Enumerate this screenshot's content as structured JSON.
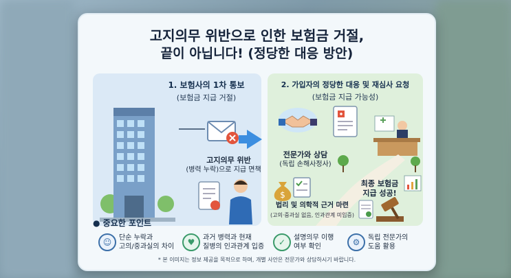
{
  "title": {
    "line1": "고지의무 위반으로 인한 보험금 거절,",
    "line2": "끝이 아닙니다! (정당한 대응 방안)"
  },
  "step1": {
    "heading": "1. 보험사의 1차 통보",
    "sub": "(보험금 지급 거절)",
    "caption1": "고지의무 위반",
    "caption2": "(병력 누락)으로 지급 면책"
  },
  "step2": {
    "heading": "2. 가입자의 정당한 대응 및 재심사 요청",
    "sub": "(보험금 지급 가능성)",
    "consult": "전문가와 상담",
    "consult_sub": "(독립 손해사정사)",
    "evidence": "법리 및 의학적 근거 마련",
    "evidence_sub": "(고의·중과실 없음, 인과관계 미입증)",
    "success1": "최종 보험금",
    "success2": "지급 성공!"
  },
  "points": {
    "title": "중요한 포인트",
    "items": [
      {
        "l1": "단순 누락과",
        "l2": "고의/중과실의 차이",
        "icon": "person-check-icon"
      },
      {
        "l1": "과거 병력과 현재",
        "l2": "질병의 인과관계 입증",
        "icon": "heart-pulse-icon"
      },
      {
        "l1": "설명의무 이행",
        "l2": "여부 확인",
        "icon": "clipboard-icon"
      },
      {
        "l1": "독립 전문가의",
        "l2": "도움 활용",
        "icon": "gear-icon"
      }
    ]
  },
  "footnote": "* 본 이미지는 정보 제공을 목적으로 하며, 개별 사안은 전문가와 상담하시기 바랍니다.",
  "colors": {
    "left_panel": "#dbe9f6",
    "right_panel": "#dff0dc",
    "arrow": "#3c8ee0",
    "title": "#15233a"
  }
}
